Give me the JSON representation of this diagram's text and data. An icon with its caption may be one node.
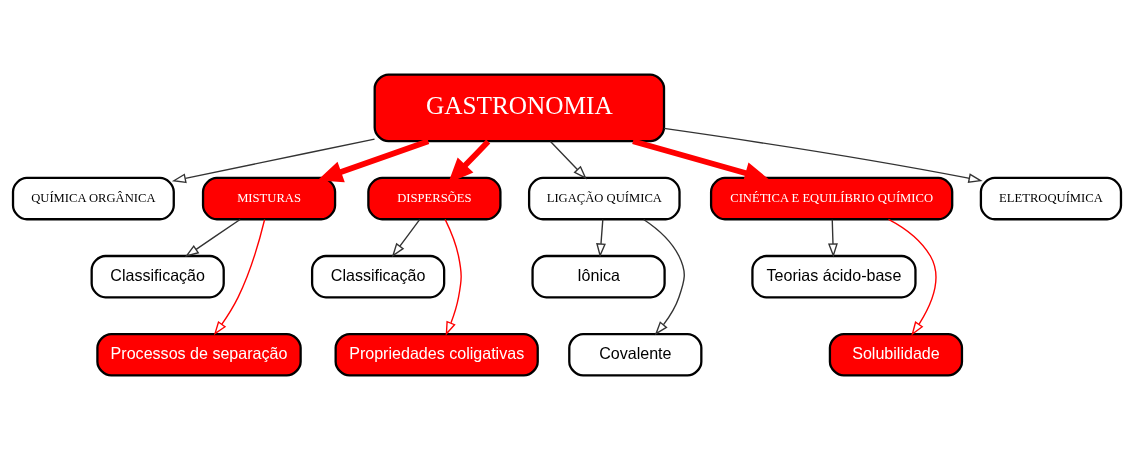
{
  "diagram": {
    "nodes": [
      {
        "text": [
          "GASTRONOMIA"
        ]
      },
      {
        "text": [
          "QUÍMICA ORGÂNICA"
        ]
      },
      {
        "text": [
          "MISTURAS"
        ]
      },
      {
        "text": [
          "DISPERSÕES"
        ]
      },
      {
        "text": [
          "LIGAÇÃO QUÍMICA"
        ]
      },
      {
        "text": [
          "CINÉTICA E EQUILÍBRIO QUÍMICO"
        ]
      },
      {
        "text": [
          "ELETROQUÍMICA"
        ]
      },
      {
        "text": [
          "Classificação"
        ]
      },
      {
        "text": [
          "Processos de separação"
        ]
      },
      {
        "text": [
          "Classificação"
        ]
      },
      {
        "text": [
          "Propriedades coligativas"
        ]
      },
      {
        "text": [
          "Iônica"
        ]
      },
      {
        "text": [
          "Covalente"
        ]
      },
      {
        "text": [
          "Teorias ácido-base"
        ]
      },
      {
        "text": [
          "Solubilidade"
        ]
      }
    ],
    "edges": [
      {
        "from": 0,
        "to": 1,
        "arrow": "to"
      },
      {
        "from": 0,
        "to": 2,
        "arrow": "to",
        "style": "thick",
        "color": "#ff0000"
      },
      {
        "from": 0,
        "to": 3,
        "arrow": "to",
        "style": "thick",
        "color": "#ff0000"
      },
      {
        "from": 0,
        "to": 4,
        "arrow": "to"
      },
      {
        "from": 0,
        "to": 5,
        "arrow": "to",
        "style": "thick",
        "color": "#ff0000"
      },
      {
        "from": 0,
        "to": 6,
        "arrow": "to"
      },
      {
        "from": 2,
        "to": 7,
        "arrow": "to"
      },
      {
        "from": 2,
        "to": 8,
        "arrow": "to",
        "color": "#ff0000"
      },
      {
        "from": 3,
        "to": 9,
        "arrow": "to"
      },
      {
        "from": 3,
        "to": 10,
        "arrow": "to",
        "color": "#ff0000"
      },
      {
        "from": 4,
        "to": 11,
        "arrow": "to"
      },
      {
        "from": 4,
        "to": 12,
        "arrow": "to"
      },
      {
        "from": 5,
        "to": 13,
        "arrow": "to"
      },
      {
        "from": 5,
        "to": 14,
        "arrow": "to",
        "color": "#ff0000"
      }
    ]
  }
}
